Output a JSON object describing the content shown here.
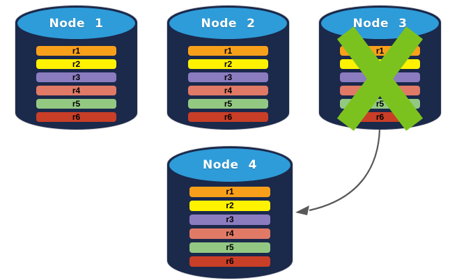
{
  "diagram": {
    "nodes": [
      {
        "label": "Node 1",
        "failed": false,
        "bars": [
          {
            "label": "r1",
            "color": "#F9A01B"
          },
          {
            "label": "r2",
            "color": "#FFF200"
          },
          {
            "label": "r3",
            "color": "#8B7CC0"
          },
          {
            "label": "r4",
            "color": "#E07A66"
          },
          {
            "label": "r5",
            "color": "#93C883"
          },
          {
            "label": "r6",
            "color": "#C93E27"
          }
        ]
      },
      {
        "label": "Node 2",
        "failed": false,
        "bars": [
          {
            "label": "r1",
            "color": "#F9A01B"
          },
          {
            "label": "r2",
            "color": "#FFF200"
          },
          {
            "label": "r3",
            "color": "#8B7CC0"
          },
          {
            "label": "r4",
            "color": "#E07A66"
          },
          {
            "label": "r5",
            "color": "#93C883"
          },
          {
            "label": "r6",
            "color": "#C93E27"
          }
        ]
      },
      {
        "label": "Node 3",
        "failed": true,
        "bars": [
          {
            "label": "r1",
            "color": "#F9A01B"
          },
          {
            "label": "r2",
            "color": "#FFF200"
          },
          {
            "label": "r3",
            "color": "#8B7CC0"
          },
          {
            "label": "r4",
            "color": "#E07A66"
          },
          {
            "label": "r5",
            "color": "#93C883"
          },
          {
            "label": "r6",
            "color": "#C93E27"
          }
        ]
      },
      {
        "label": "Node 4",
        "failed": false,
        "bars": [
          {
            "label": "r1",
            "color": "#F9A01B"
          },
          {
            "label": "r2",
            "color": "#FFF200"
          },
          {
            "label": "r3",
            "color": "#8B7CC0"
          },
          {
            "label": "r4",
            "color": "#E07A66"
          },
          {
            "label": "r5",
            "color": "#93C883"
          },
          {
            "label": "r6",
            "color": "#C93E27"
          }
        ]
      }
    ],
    "failure_mark": {
      "shape": "x-cross",
      "color": "#7CC21E",
      "on_node": "Node 3"
    },
    "arrow": {
      "from": "Node 3",
      "to": "Node 4",
      "color": "#595959"
    },
    "colors": {
      "cylinder_body": "#1B294B",
      "cylinder_top": "#2E9CD9",
      "node_label_text": "#FFFFFF",
      "bar_text": "#000000",
      "background": "#FFFFFF"
    }
  }
}
